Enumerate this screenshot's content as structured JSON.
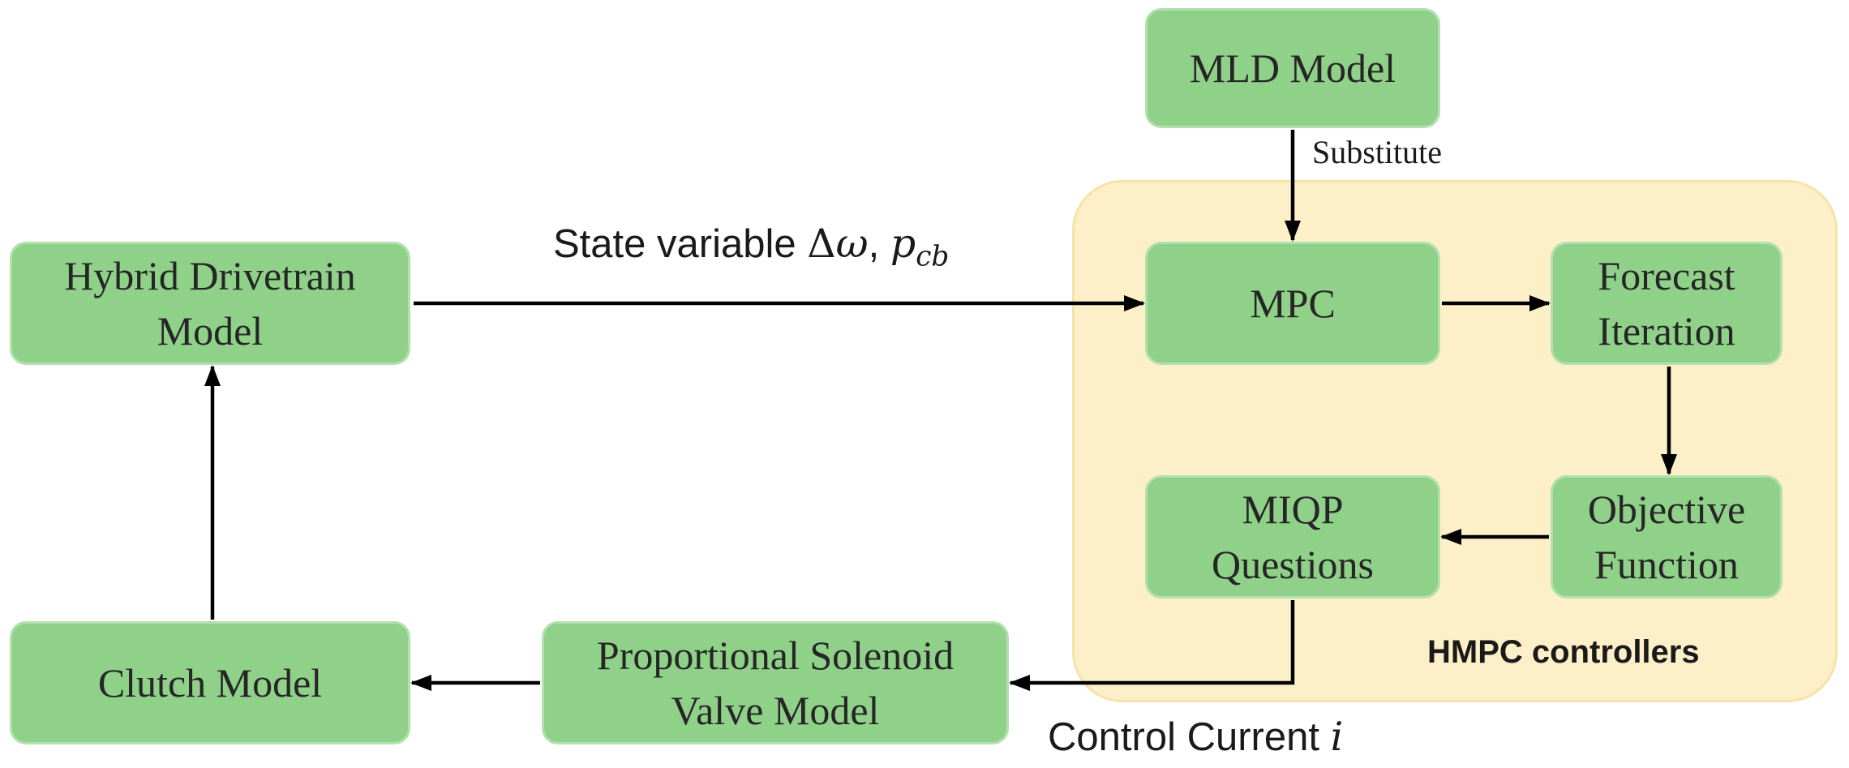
{
  "region": {
    "label": "HMPC controllers",
    "fill": "#fdf0c8"
  },
  "nodes": {
    "mld_model": {
      "label": "MLD Model"
    },
    "hybrid_drivetrain": {
      "line1": "Hybrid Drivetrain",
      "line2": "Model"
    },
    "mpc": {
      "label": "MPC"
    },
    "forecast_iteration": {
      "line1": "Forecast",
      "line2": "Iteration"
    },
    "miqp_questions": {
      "line1": "MIQP",
      "line2": "Questions"
    },
    "objective_function": {
      "line1": "Objective",
      "line2": "Function"
    },
    "clutch_model": {
      "label": "Clutch Model"
    },
    "solenoid_valve": {
      "line1": "Proportional Solenoid",
      "line2": "Valve Model"
    }
  },
  "edges": {
    "substitute": {
      "label": "Substitute"
    },
    "state_variable": {
      "prefix": "State variable ",
      "delta": "Δ",
      "omega": "ω",
      "separator": ", ",
      "p": "p",
      "p_sub": "cb"
    },
    "control_current": {
      "prefix": "Control Current ",
      "symbol": "i"
    }
  },
  "colors": {
    "node_fill": "#90d18a",
    "node_border": "#b3e0ae",
    "arrow": "#000000"
  }
}
